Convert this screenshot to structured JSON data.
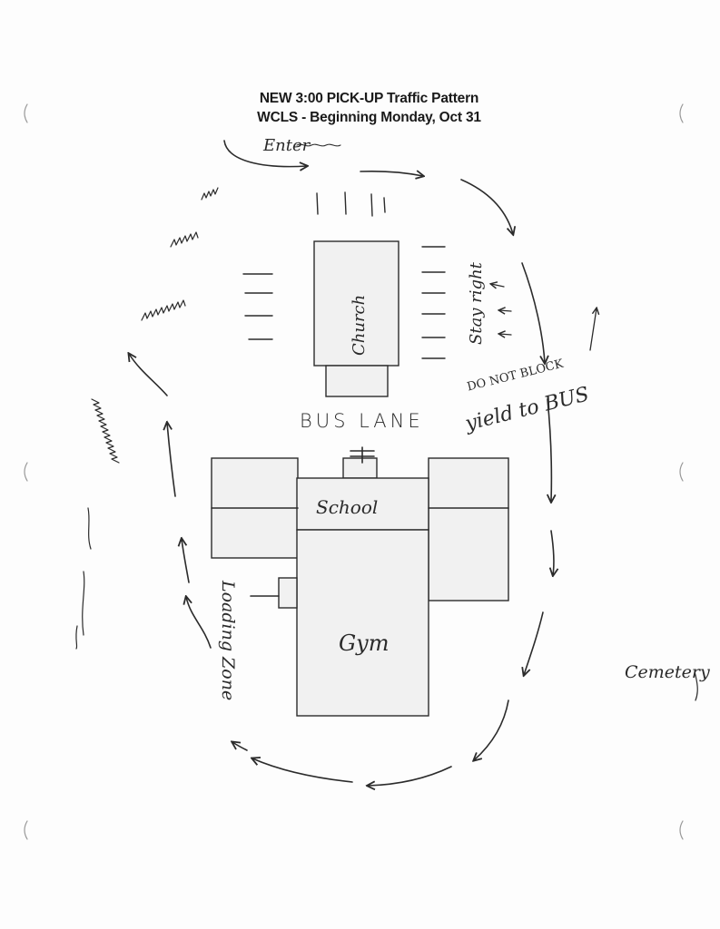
{
  "title": {
    "line1": "NEW 3:00 PICK-UP Traffic Pattern",
    "line2": "WCLS - Beginning Monday, Oct 31"
  },
  "labels": {
    "enter": "Enter",
    "church": "Church",
    "stay_right": "Stay right",
    "do_not_block": "DO NOT BLOCK",
    "yield_to_bus": "yield to BUS",
    "bus_lane": "BUS LANE",
    "school": "School",
    "gym": "Gym",
    "loading_zone": "Loading Zone",
    "cemetery": "Cemetery"
  },
  "colors": {
    "ink": "#2b2b2b",
    "paper": "#fdfdfd",
    "building_fill": "#f1f1f1"
  }
}
